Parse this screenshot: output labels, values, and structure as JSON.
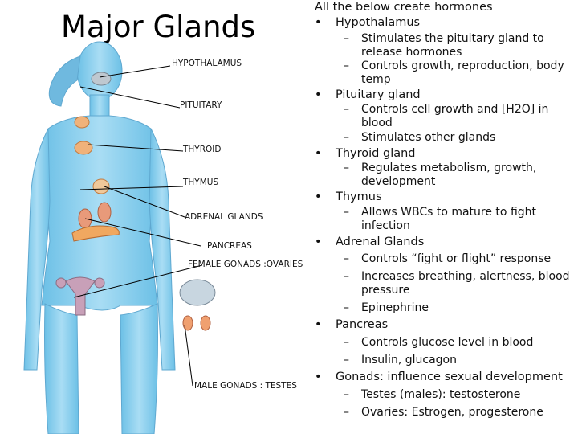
{
  "title": "Major Glands",
  "gland_labels": [
    "HYPOTHALAMUS",
    "PITUITARY",
    "THYROID",
    "THYMUS",
    "ADRENAL GLANDS",
    "PANCREAS",
    "FEMALE GONADS :OVARIES",
    "MALE GONADS : TESTES"
  ],
  "notes": {
    "intro": "All the below create hormones",
    "glands": [
      {
        "name": "Hypothalamus",
        "points": [
          "Stimulates the pituitary gland to release hormones",
          "Controls growth, reproduction, body temp"
        ]
      },
      {
        "name": "Pituitary gland",
        "points": [
          "Controls cell growth and [H2O] in blood",
          "Stimulates other glands"
        ]
      },
      {
        "name": "Thyroid gland",
        "points": [
          "Regulates metabolism, growth, development"
        ]
      },
      {
        "name": "Thymus",
        "points": [
          "Allows WBCs to mature to fight infection"
        ]
      },
      {
        "name": "Adrenal Glands",
        "points": [
          "Controls “fight or flight” response",
          "Increases breathing, alertness, blood pressure",
          "Epinephrine"
        ]
      },
      {
        "name": "Pancreas",
        "points": [
          "Controls glucose level in blood",
          "Insulin, glucagon"
        ]
      },
      {
        "name": "Gonads: influence sexual development",
        "points": [
          "Testes (males): testosterone",
          "Ovaries: Estrogen, progesterone"
        ]
      }
    ]
  },
  "colors": {
    "skin": "#8fd0ee",
    "skin_dark": "#5fb0dc",
    "gland": "#f0b27a",
    "leader": "#000000"
  }
}
